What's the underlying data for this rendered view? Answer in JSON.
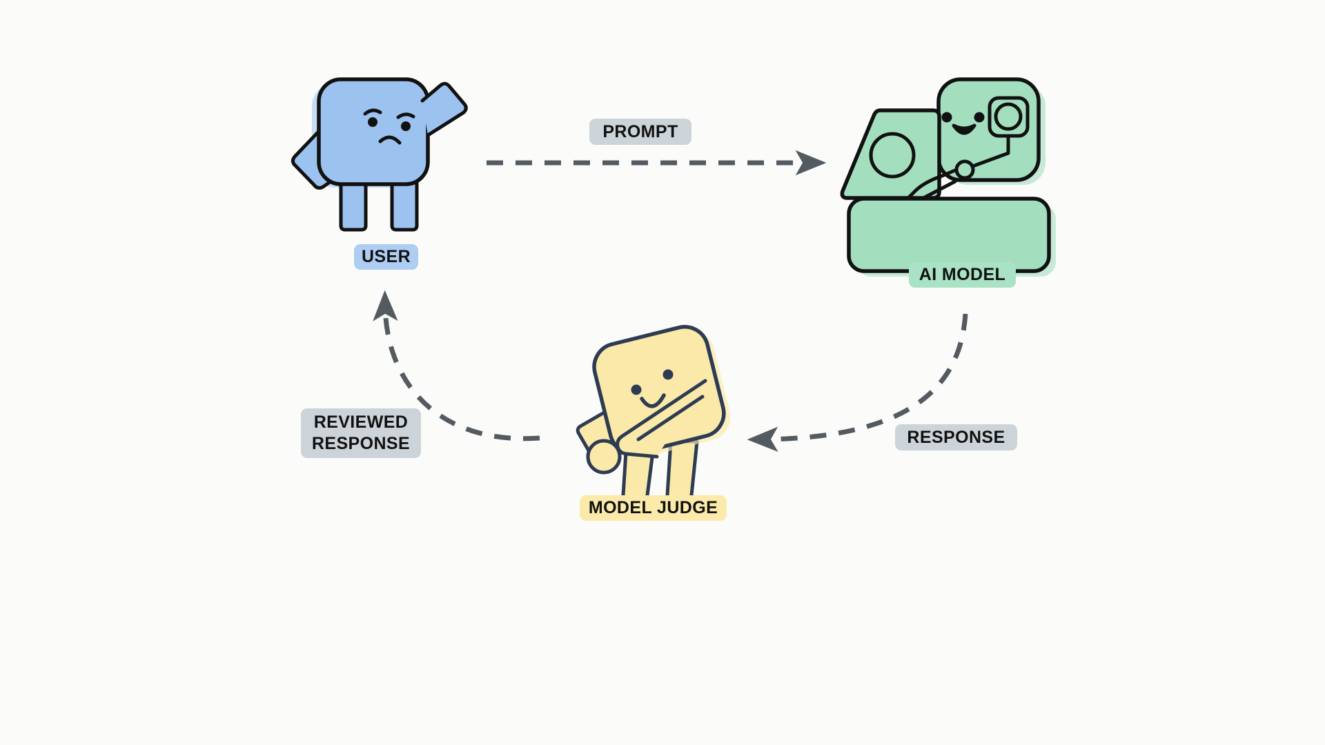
{
  "diagram": {
    "title": "AI model evaluation loop with model judge",
    "background_color": "#fbfbfa",
    "stroke_color": "#111111",
    "arrow_color": "#535a60",
    "nodes": [
      {
        "id": "user",
        "label": "USER",
        "icon_name": "user-character-icon",
        "fill_color": "#9cc3f0",
        "pill_color": "#aecdf2",
        "text_color": "#111111"
      },
      {
        "id": "ai-model",
        "label": "AI MODEL",
        "icon_name": "ai-model-character-icon",
        "fill_color": "#a3dfbf",
        "pill_color": "#a9e2c4",
        "text_color": "#111111"
      },
      {
        "id": "model-judge",
        "label": "MODEL JUDGE",
        "icon_name": "model-judge-character-icon",
        "fill_color": "#fae9a8",
        "pill_color": "#fbeaa9",
        "text_color": "#111111",
        "stroke_color": "#2d3c52"
      }
    ],
    "edges": [
      {
        "id": "prompt",
        "label": "PROMPT",
        "from": "user",
        "to": "ai-model",
        "pill_color": "#ccd4d9",
        "style": "dashed",
        "direction": "right"
      },
      {
        "id": "response",
        "label": "RESPONSE",
        "from": "ai-model",
        "to": "model-judge",
        "pill_color": "#ccd4d9",
        "style": "dashed",
        "direction": "left-curve"
      },
      {
        "id": "reviewed-response",
        "label": "REVIEWED\nRESPONSE",
        "from": "model-judge",
        "to": "user",
        "pill_color": "#ccd4d9",
        "style": "dashed",
        "direction": "up-curve"
      }
    ]
  }
}
